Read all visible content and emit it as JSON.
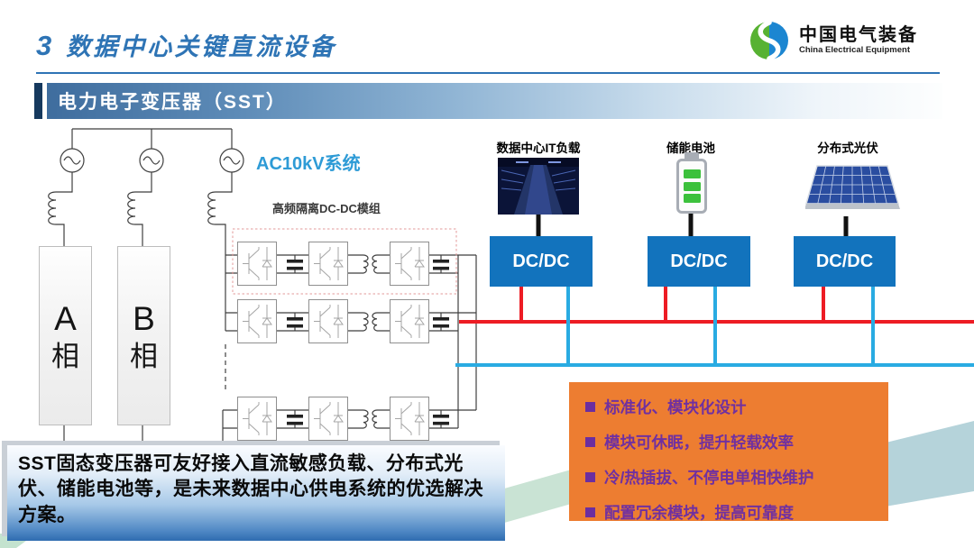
{
  "header": {
    "number": "3",
    "title": "数据中心关键直流设备"
  },
  "logo": {
    "company": "中国电气装备",
    "company_en": "China Electrical Equipment"
  },
  "section": {
    "title": "电力电子变压器（SST）"
  },
  "diagram": {
    "ac_system_label": "AC10kV系统",
    "dcdc_module_label": "高频隔离DC-DC模组",
    "phase_a": {
      "letter": "A",
      "suffix": "相"
    },
    "phase_b": {
      "letter": "B",
      "suffix": "相"
    },
    "loads": [
      {
        "label": "数据中心IT负载",
        "icon": "server-room",
        "converter": "DC/DC"
      },
      {
        "label": "储能电池",
        "icon": "battery",
        "converter": "DC/DC"
      },
      {
        "label": "分布式光伏",
        "icon": "solar-panel",
        "converter": "DC/DC"
      }
    ]
  },
  "features": {
    "items": [
      "标准化、模块化设计",
      "模块可休眠，提升轻载效率",
      "冷/热插拔、不停电单相快维护",
      "配置冗余模块，提高可靠度"
    ]
  },
  "summary": {
    "text": "SST固态变压器可友好接入直流敏感负载、分布式光伏、储能电池等，是未来数据中心供电系统的优选解决方案。"
  },
  "colors": {
    "header_blue": "#2E74B5",
    "accent_navy": "#16395E",
    "dc_box_blue": "#1273BD",
    "bus_red": "#ED1C24",
    "bus_cyan": "#29ABE2",
    "panel_orange": "#ED7D31",
    "feature_purple": "#7030A0",
    "ac_label_blue": "#2E9BD6",
    "battery_green": "#3CC13C",
    "ribbon_green": "#C9E3D4",
    "ribbon_blue": "#B5D3DA"
  }
}
